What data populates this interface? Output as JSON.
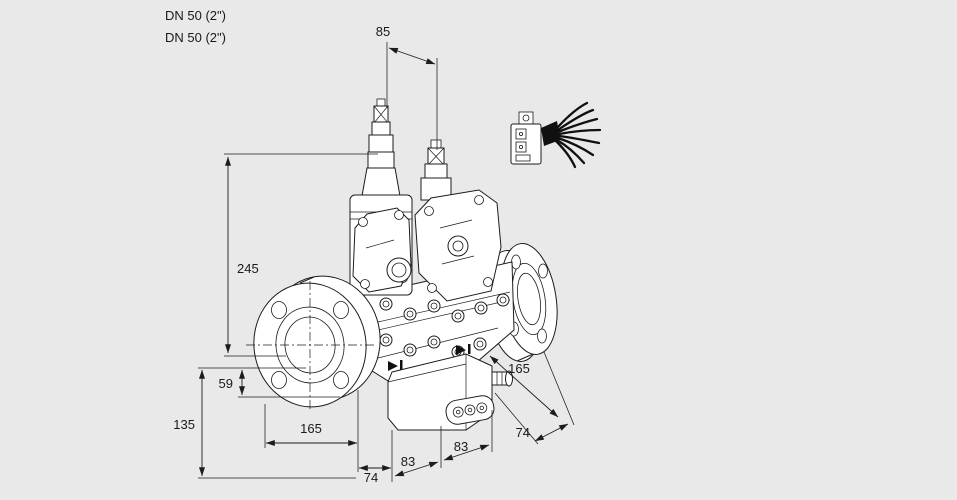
{
  "colors": {
    "background": "#e9e9e9",
    "line": "#1c1c1c",
    "text": "#1a1a1a"
  },
  "annotations": {
    "flange_top": "DN 50 (2\")",
    "flange_bottom": "DN 50 (2\")"
  },
  "dimensions": {
    "actuator_pitch": "85",
    "height_total": "245",
    "offset_59": "59",
    "height_lower": "135",
    "length_bottom": "165",
    "width_74_bottom": "74",
    "body_83_left": "83",
    "body_83_right": "83",
    "depth_165_right": "165",
    "flange_74_right": "74"
  }
}
